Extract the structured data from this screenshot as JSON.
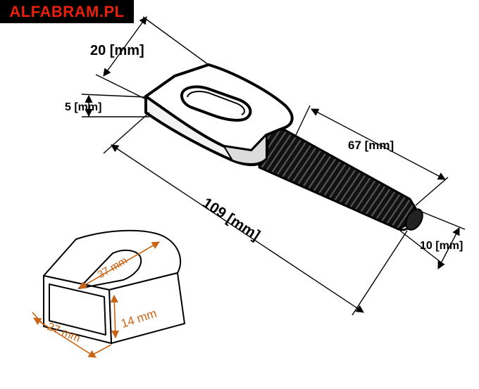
{
  "brand": {
    "logo_text": "ALFABRAM.PL",
    "logo_color": "#e8200c",
    "logo_bg": "#000000"
  },
  "bolt": {
    "head_width_label": "20 [mm]",
    "head_thickness_label": "5 [mm]",
    "total_length_label": "109 [mm]",
    "thread_length_label": "67 [mm]",
    "thread_diameter_label": "10 [mm]"
  },
  "eye_detail": {
    "slot_length_label": "37 mm",
    "height_label": "14 mm",
    "width_label": "27 mm",
    "label_color": "#c86414"
  }
}
